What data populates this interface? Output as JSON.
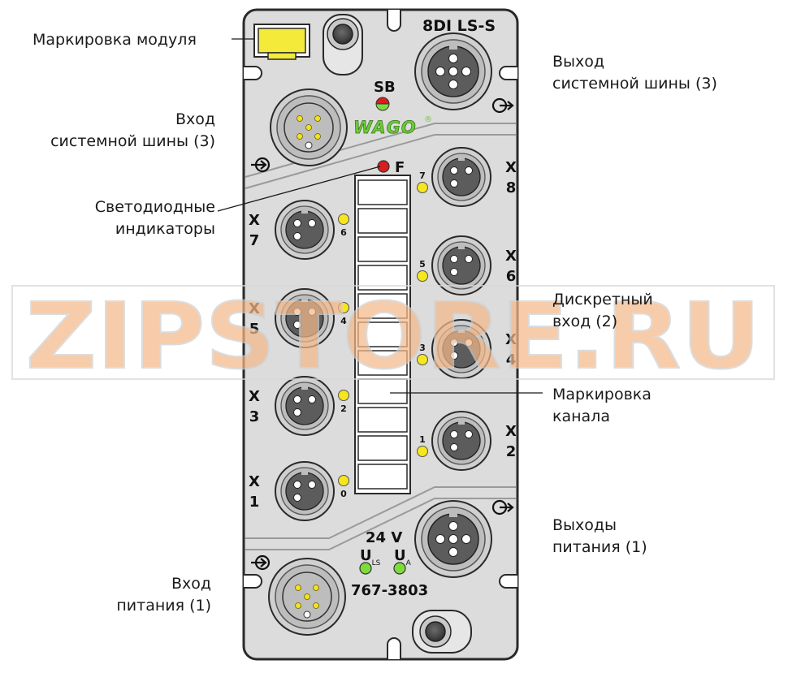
{
  "module": {
    "name": "8DI LS-S",
    "article": "767-3803",
    "voltage": "24 V",
    "brand": "WAGO",
    "registered": "®",
    "sb_led": "SB",
    "f_led": "F",
    "u_ls_main": "U",
    "u_ls_sub": "LS",
    "u_a_main": "U",
    "u_a_sub": "A"
  },
  "channels": [
    {
      "id": "X1",
      "letter": "X",
      "num": "1",
      "led": "0"
    },
    {
      "id": "X2",
      "letter": "X",
      "num": "2",
      "led": "1"
    },
    {
      "id": "X3",
      "letter": "X",
      "num": "3",
      "led": "2"
    },
    {
      "id": "X4",
      "letter": "X",
      "num": "4",
      "led": "3"
    },
    {
      "id": "X5",
      "letter": "X",
      "num": "5",
      "led": "4"
    },
    {
      "id": "X6",
      "letter": "X",
      "num": "6",
      "led": "5"
    },
    {
      "id": "X7",
      "letter": "X",
      "num": "7",
      "led": "6"
    },
    {
      "id": "X8",
      "letter": "X",
      "num": "8",
      "led": "7"
    }
  ],
  "labels": {
    "module_marking": "Маркировка модуля",
    "bus_in_1": "Вход",
    "bus_in_2": "системной шины (3)",
    "leds_1": "Светодиодные",
    "leds_2": "индикаторы",
    "power_in_1": "Вход",
    "power_in_2": "питания (1)",
    "bus_out_1": "Выход",
    "bus_out_2": "системной шины (3)",
    "digital_in_1": "Дискретный",
    "digital_in_2": "вход (2)",
    "channel_marking_1": "Маркировка",
    "channel_marking_2": "канала",
    "power_out_1": "Выходы",
    "power_out_2": "питания (1)"
  },
  "watermark": "ZIPSTORE.RU",
  "colors": {
    "body": "#dcdcdc",
    "outline": "#2a2a2a",
    "led_yellow": "#f5e61e",
    "led_green": "#7ddc3c",
    "led_red": "#d81e1e",
    "marker_yellow": "#f3ea3a",
    "wago_green": "#6cc93a",
    "watermark": "#f3b98a"
  }
}
